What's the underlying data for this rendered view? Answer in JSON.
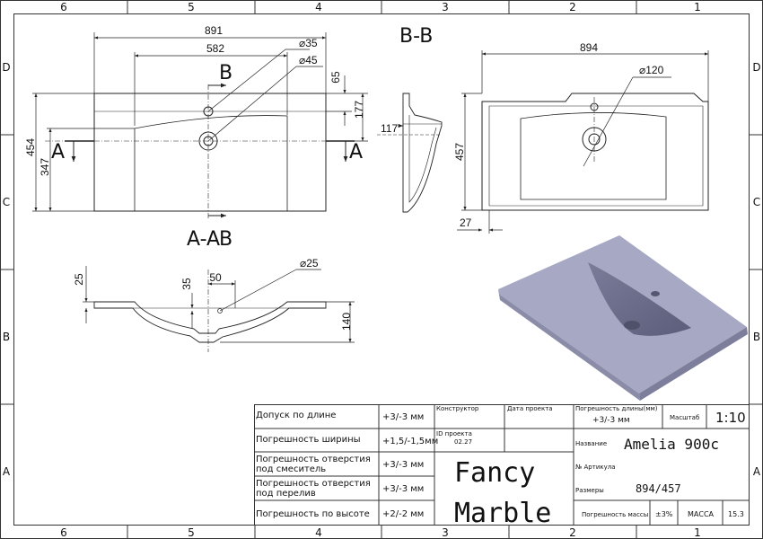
{
  "frame": {
    "columns_top": [
      "6",
      "5",
      "4",
      "3",
      "2",
      "1"
    ],
    "columns_bottom": [
      "6",
      "5",
      "4",
      "3",
      "2",
      "1"
    ],
    "rows_left": [
      "D",
      "C",
      "B",
      "A"
    ],
    "rows_right": [
      "D",
      "C",
      "B",
      "A"
    ]
  },
  "top_view": {
    "dim_891": "891",
    "dim_582": "582",
    "dim_d35": "⌀35",
    "dim_d45": "⌀45",
    "dim_65": "65",
    "dim_177": "177",
    "dim_454": "454",
    "dim_347": "347",
    "cut_a_left": "A",
    "cut_a_right": "A",
    "cut_b_top": "B",
    "cut_b_bottom": "B",
    "section_aa_label": "A-A"
  },
  "side_view": {
    "section_title": "B-B",
    "dim_117": "117"
  },
  "front_view": {
    "dim_894": "894",
    "dim_d120": "⌀120",
    "dim_457": "457",
    "dim_27": "27"
  },
  "section_view": {
    "dim_d25": "⌀25",
    "dim_50": "50",
    "dim_35": "35",
    "dim_25": "25",
    "dim_140": "140"
  },
  "title_block": {
    "rows": [
      {
        "label": "Допуск по длине",
        "value": "+3/-3 мм"
      },
      {
        "label": "Погрешность ширины",
        "value": "+1,5/-1,5мм"
      },
      {
        "label": "Погрешность отверстия",
        "label2": "под смеситель",
        "value": "+3/-3 мм"
      },
      {
        "label": "Погрешность отверстия",
        "label2": "под перелив",
        "value": "+3/-3 мм"
      },
      {
        "label": "Погрешность по высоте",
        "value": "+2/-2 мм"
      }
    ],
    "constructor_label": "Конструктор",
    "project_date_label": "Дата проекта",
    "project_id_label": "ID проекта",
    "project_id_value": "02.27",
    "brand_line1": "Fancy",
    "brand_line2": "Marble",
    "length_tol_label": "Погрешность длины(мм)",
    "length_tol_value": "+3/-3 мм",
    "scale_label": "Масштаб",
    "scale_value": "1:10",
    "name_label": "Название",
    "name_value": "Amelia 900c",
    "article_label": "№ Артикула",
    "size_label": "Размеры",
    "size_value": "894/457",
    "mass_tol_label": "Погрешность массы",
    "mass_tol_value": "±3%",
    "mass_label": "МАССА",
    "mass_value": "15.3"
  },
  "colors": {
    "line": "#222222",
    "frame": "#333333",
    "render_top": "#a8a9c4",
    "render_side": "#8d8eab",
    "render_basin": "#6f708e"
  }
}
